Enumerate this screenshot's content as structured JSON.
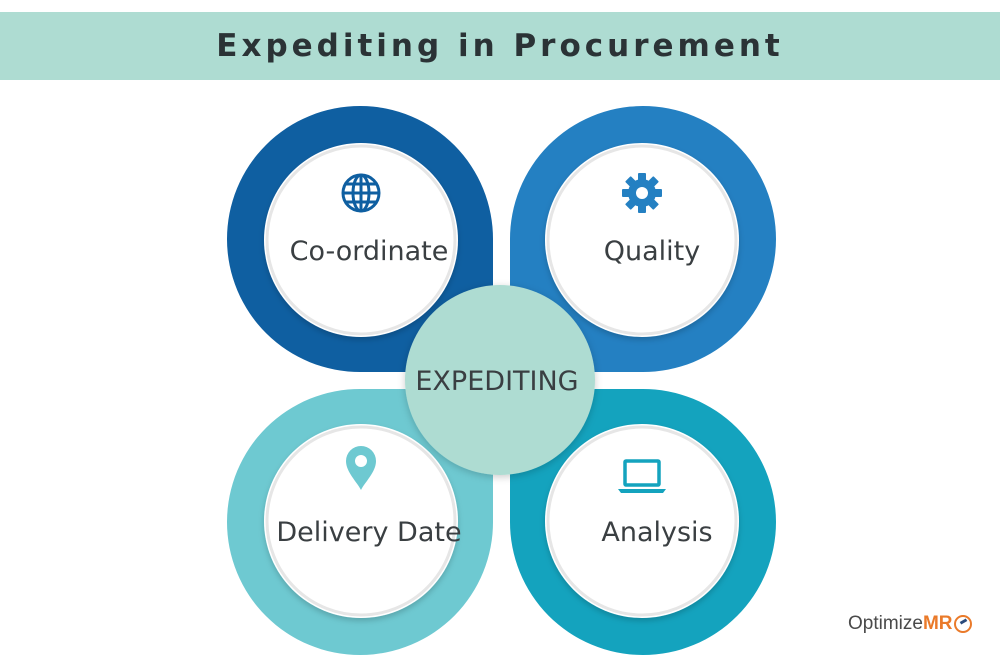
{
  "title": "Expediting in Procurement",
  "center": {
    "label": "EXPEDITING"
  },
  "nodes": [
    {
      "label": "Co-ordinate",
      "icon": "globe-icon",
      "color": "#0f5fa1"
    },
    {
      "label": "Quality",
      "icon": "gear-icon",
      "color": "#2480c2"
    },
    {
      "label": "Delivery Date",
      "icon": "location-pin-icon",
      "color": "#6ec9d1"
    },
    {
      "label": "Analysis",
      "icon": "laptop-icon",
      "color": "#14a3be"
    }
  ],
  "colors": {
    "title_bar": "#aedcd2",
    "center_circle": "#aedcd2",
    "logo_accent": "#ea7a2a"
  },
  "logo": {
    "prefix": "Optimize",
    "accent": "MR"
  }
}
